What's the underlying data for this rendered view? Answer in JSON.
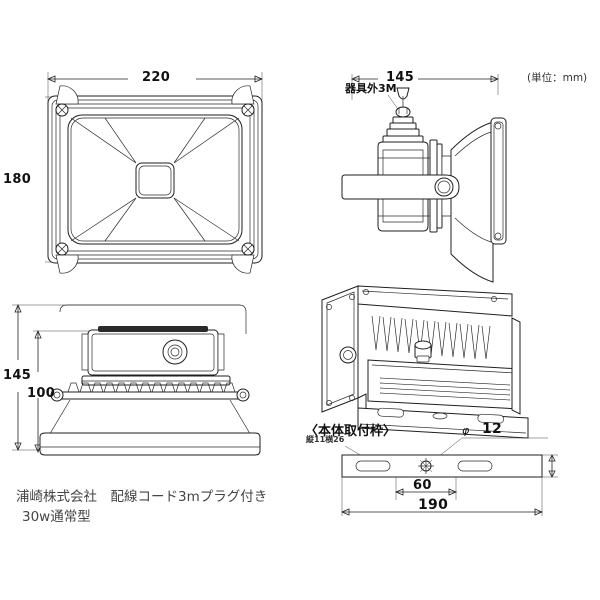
{
  "drawing": {
    "unit_note": "(単位：mm)",
    "caption_line1": "浦崎株式会社　配線コード3mプラグ付き",
    "caption_line2": "30w通常型"
  },
  "views": {
    "front": {
      "name": "front-view",
      "dim_width": "220",
      "dim_height": "180"
    },
    "side": {
      "name": "side-view",
      "dim_depth": "145",
      "cord_label": "器具外3M"
    },
    "bottom": {
      "name": "bottom-view",
      "dim_total_height": "145",
      "dim_body_height": "100"
    },
    "iso": {
      "name": "isometric-view"
    },
    "bracket": {
      "name": "mounting-bracket-view",
      "title": "〈本体取付枠〉",
      "slot_note": "縦11横26",
      "hole_label": "φ",
      "hole_value": "12",
      "dim_center": "60",
      "dim_length": "190"
    }
  },
  "colors": {
    "line": "#1f1f1f",
    "background": "#ffffff",
    "text": "#1a1a1a"
  }
}
